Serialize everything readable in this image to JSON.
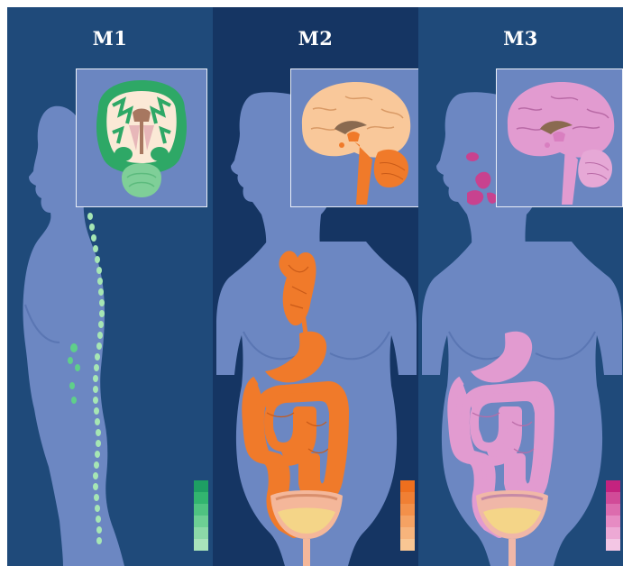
{
  "panels": [
    {
      "title": "M1",
      "colors": {
        "background": "#1f4a7a",
        "organ": "#2ea866",
        "organ_light": "#a6e6b4"
      },
      "legend_colors": [
        "#1e9f63",
        "#32b56f",
        "#4fc381",
        "#6dcf94",
        "#8cd9a8",
        "#a9e3bb"
      ]
    },
    {
      "title": "M2",
      "colors": {
        "background": "#153563",
        "organ": "#f07a2a",
        "organ_light": "#f9c89a"
      },
      "legend_colors": [
        "#ee6f1e",
        "#f07f34",
        "#f3904a",
        "#f5a263",
        "#f7b47c",
        "#f9c693"
      ]
    },
    {
      "title": "M3",
      "colors": {
        "background": "#1f4a7a",
        "organ": "#e29bd0",
        "organ_light": "#f2c4e6"
      },
      "legend_colors": [
        "#c4237f",
        "#d14b98",
        "#dc6cae",
        "#e68bc3",
        "#eda9d5",
        "#f3c6e4"
      ]
    }
  ]
}
